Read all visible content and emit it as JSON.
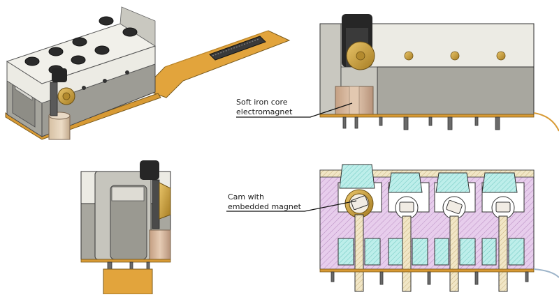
{
  "annotations": {
    "electromagnet": {
      "line1": "Soft iron core",
      "line2": "electromagnet"
    },
    "cam": {
      "line1": "Cam with",
      "line2": "embedded magnet"
    }
  },
  "colors": {
    "body_light": "#ecebe4",
    "body_dark": "#a8a79f",
    "flex_pcb": "#e2a43c",
    "brass": "#c9a13e",
    "coil": "#d6b89c",
    "hatch_purple": "#e5c8ea",
    "hatch_cyan": "#b6ece8",
    "hatch_tan": "#efe2bf",
    "knob_black": "#262626"
  }
}
